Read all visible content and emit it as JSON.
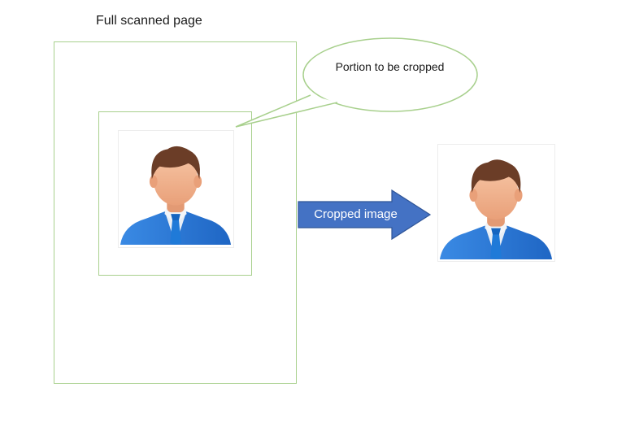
{
  "diagram": {
    "title": "Full scanned page",
    "callout_text": "Portion to  be cropped",
    "arrow_label": "Cropped image"
  },
  "colors": {
    "frame_border": "#a8d08d",
    "arrow_fill": "#4472c4",
    "arrow_stroke": "#2f5597",
    "suit": "#2e7bd6",
    "tie": "#1f7ad8",
    "hair": "#6b3d27",
    "skin": "#f1b491"
  },
  "icons": {
    "source_photo": "person-avatar-icon",
    "cropped_photo": "person-avatar-icon"
  }
}
